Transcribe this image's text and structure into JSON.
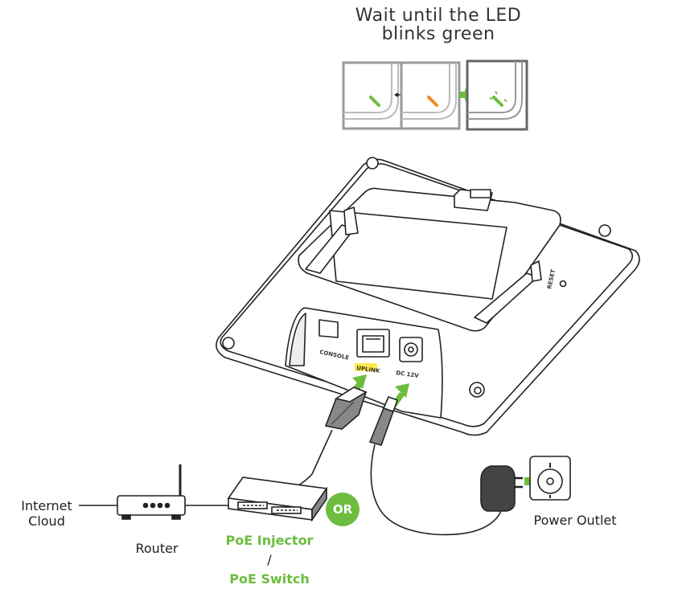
{
  "instruction": {
    "line1": "Wait until the LED",
    "line2": "blinks green"
  },
  "labels": {
    "internet_line1": "Internet",
    "internet_line2": "Cloud",
    "router": "Router",
    "poe_injector": "PoE Injector",
    "separator": "/",
    "poe_switch": "PoE Switch",
    "or": "OR",
    "power_outlet": "Power Outlet"
  },
  "device_ports": {
    "console": "CONSOLE",
    "uplink": "UPLINK",
    "dc": "DC 12V",
    "reset": "RESET"
  },
  "colors": {
    "accent_green": "#6cbd3f",
    "led_green": "#6cbd3f",
    "led_orange": "#f08a24",
    "uplink_highlight": "#ffe94a",
    "line": "#222222",
    "panel_border": "#999999"
  },
  "icons": [
    "led-panel-icon",
    "double-arrow-icon",
    "right-arrow-icon",
    "access-point-icon",
    "ethernet-plug-icon",
    "power-plug-icon",
    "router-icon",
    "poe-switch-icon",
    "power-adapter-icon",
    "power-outlet-icon"
  ]
}
